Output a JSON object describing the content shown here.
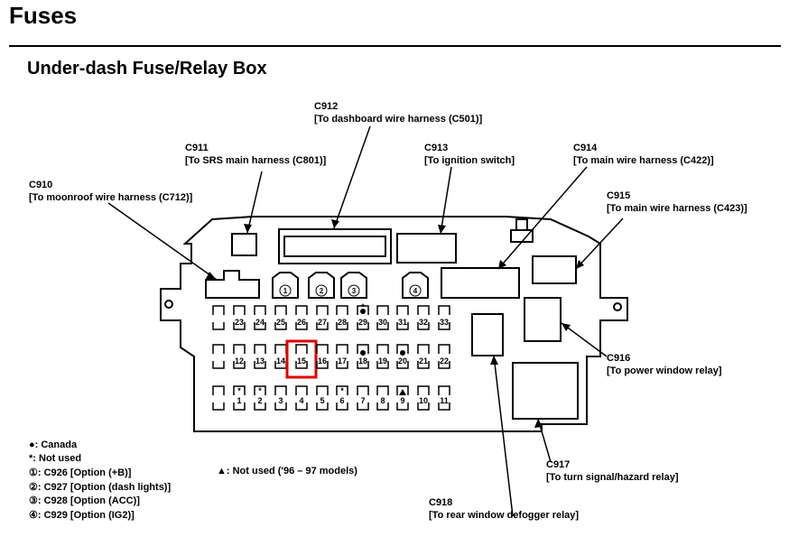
{
  "title": "Fuses",
  "subtitle": "Under-dash Fuse/Relay Box",
  "connectors": {
    "c910": {
      "code": "C910",
      "desc": "[To moonroof wire harness (C712)]"
    },
    "c911": {
      "code": "C911",
      "desc": "[To SRS main harness (C801)]"
    },
    "c912": {
      "code": "C912",
      "desc": "[To dashboard wire harness (C501)]"
    },
    "c913": {
      "code": "C913",
      "desc": "[To ignition switch]"
    },
    "c914": {
      "code": "C914",
      "desc": "[To main wire harness (C422)]"
    },
    "c915": {
      "code": "C915",
      "desc": "[To main wire harness (C423)]"
    },
    "c916": {
      "code": "C916",
      "desc": "[To power window relay]"
    },
    "c917": {
      "code": "C917",
      "desc": "[To turn signal/hazard relay]"
    },
    "c918": {
      "code": "C918",
      "desc": "[To rear window defogger relay]"
    }
  },
  "option_sockets": [
    "1",
    "2",
    "3",
    "4"
  ],
  "fuse_rows": {
    "top": [
      "23",
      "24",
      "25",
      "26",
      "27",
      "28",
      "29",
      "30",
      "31",
      "32",
      "33"
    ],
    "middle": [
      "12",
      "13",
      "14",
      "15",
      "16",
      "17",
      "18",
      "19",
      "20",
      "21",
      "22"
    ],
    "bottom": [
      "1",
      "2",
      "3",
      "4",
      "5",
      "6",
      "7",
      "8",
      "9",
      "10",
      "11"
    ]
  },
  "highlighted_fuse": "15",
  "highlight_color": "#e00000",
  "legend": [
    "●: Canada",
    "*: Not used",
    "①: C926 [Option (+B)]",
    "②: C927 [Option (dash lights)]",
    "③: C928 [Option (ACC)]",
    "④: C929 [Option (IG2)]"
  ],
  "note": "▲: Not used ('96 – 97 models)"
}
